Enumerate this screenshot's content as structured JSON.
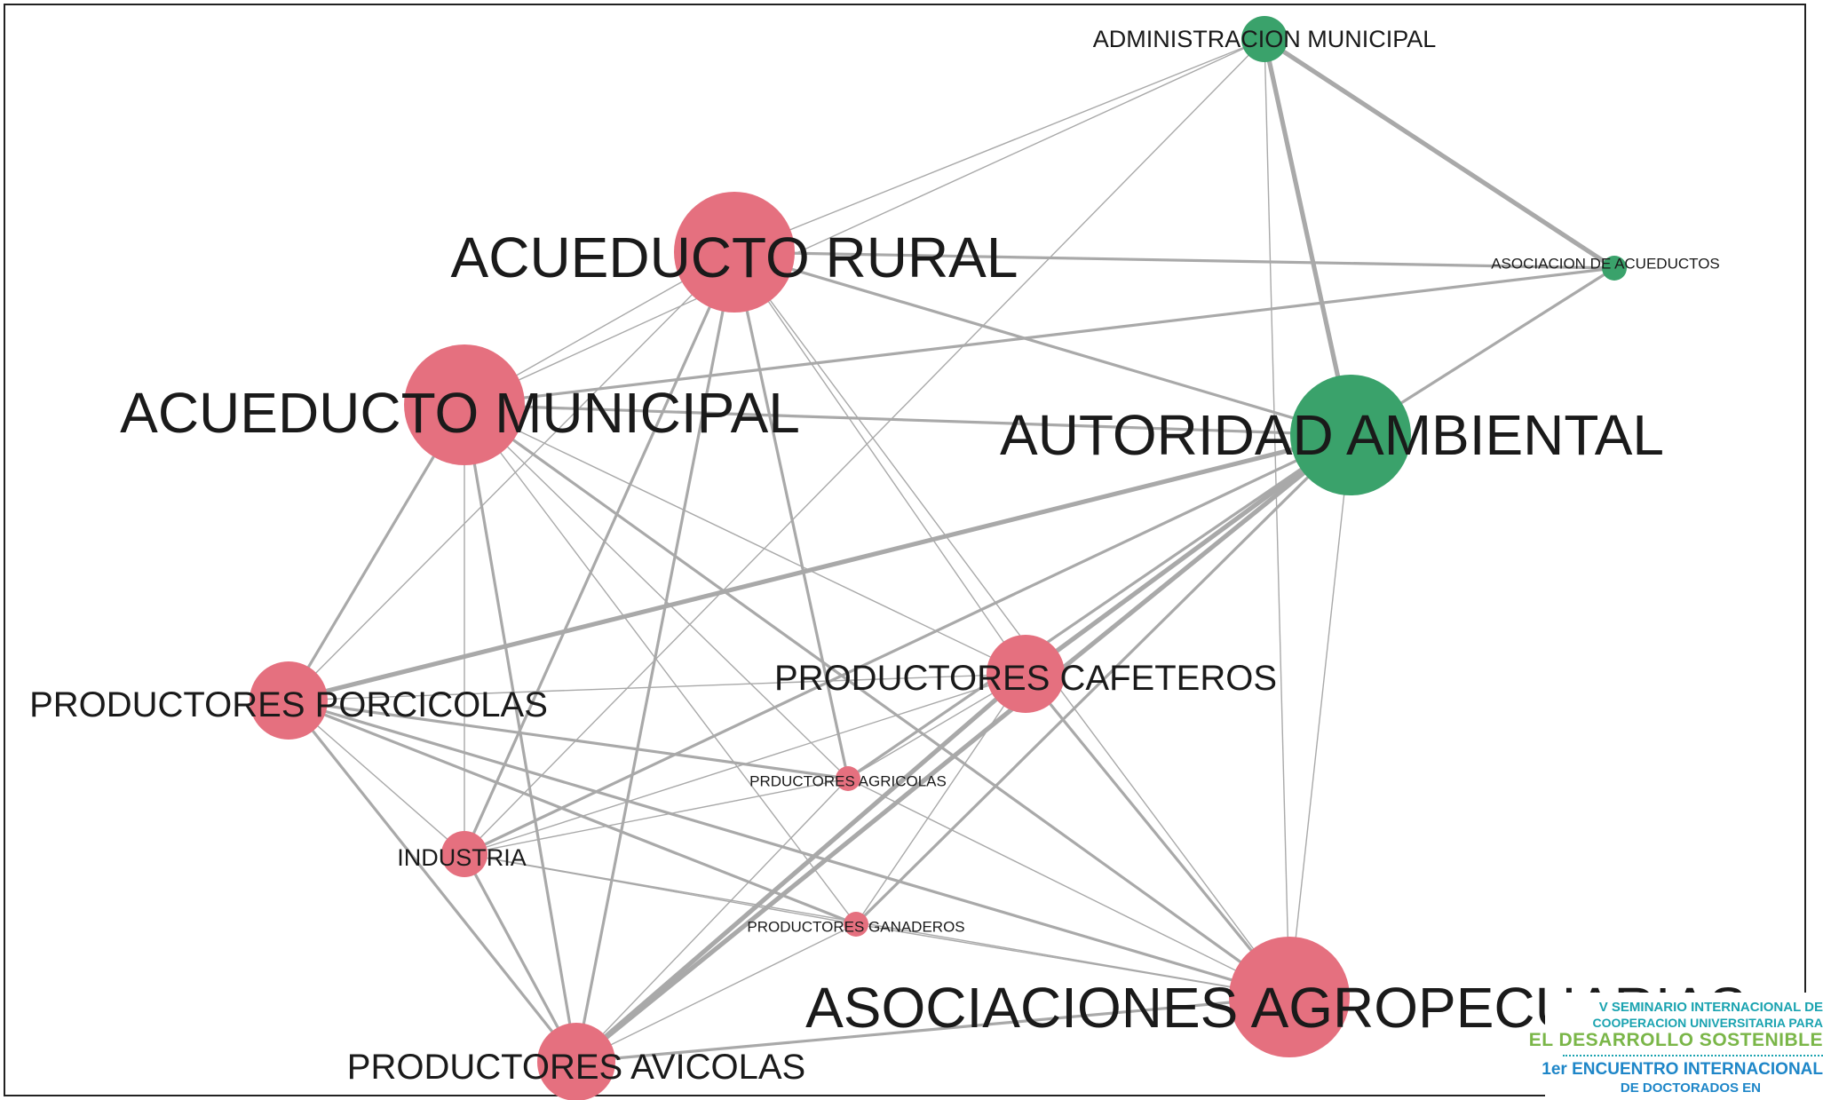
{
  "graph": {
    "nodes": [
      {
        "id": "admin",
        "label": "ADMINISTRACION MUNICIPAL",
        "group": "institutional",
        "size": 2
      },
      {
        "id": "asoc_acued",
        "label": "ASOCIACION DE ACUEDUCTOS",
        "group": "institutional",
        "size": 1
      },
      {
        "id": "autoridad",
        "label": "AUTORIDAD AMBIENTAL",
        "group": "institutional",
        "size": 5
      },
      {
        "id": "acued_rural",
        "label": "ACUEDUCTO RURAL",
        "group": "community",
        "size": 5
      },
      {
        "id": "acued_mun",
        "label": "ACUEDUCTO MUNICIPAL",
        "group": "community",
        "size": 5
      },
      {
        "id": "porcicolas",
        "label": "PRODUCTORES PORCICOLAS",
        "group": "community",
        "size": 3
      },
      {
        "id": "cafeteros",
        "label": "PRODUCTORES CAFETEROS",
        "group": "community",
        "size": 3
      },
      {
        "id": "agricolas",
        "label": "PRDUCTORES AGRICOLAS",
        "group": "community",
        "size": 1
      },
      {
        "id": "industria",
        "label": "INDUSTRIA",
        "group": "community",
        "size": 2
      },
      {
        "id": "ganaderos",
        "label": "PRODUCTORES GANADEROS",
        "group": "community",
        "size": 1
      },
      {
        "id": "agropec",
        "label": "ASOCIACIONES AGROPECUARIAS",
        "group": "community",
        "size": 5
      },
      {
        "id": "avicolas",
        "label": "PRODUCTORES AVICOLAS",
        "group": "community",
        "size": 3
      }
    ],
    "edges": [
      {
        "source": "admin",
        "target": "autoridad",
        "weight": 3
      },
      {
        "source": "admin",
        "target": "asoc_acued",
        "weight": 3
      },
      {
        "source": "admin",
        "target": "acued_rural",
        "weight": 1
      },
      {
        "source": "admin",
        "target": "acued_mun",
        "weight": 1
      },
      {
        "source": "admin",
        "target": "agropec",
        "weight": 1
      },
      {
        "source": "admin",
        "target": "industria",
        "weight": 1
      },
      {
        "source": "asoc_acued",
        "target": "autoridad",
        "weight": 2
      },
      {
        "source": "asoc_acued",
        "target": "acued_rural",
        "weight": 2
      },
      {
        "source": "asoc_acued",
        "target": "acued_mun",
        "weight": 2
      },
      {
        "source": "autoridad",
        "target": "acued_rural",
        "weight": 2
      },
      {
        "source": "autoridad",
        "target": "acued_mun",
        "weight": 2
      },
      {
        "source": "autoridad",
        "target": "porcicolas",
        "weight": 3
      },
      {
        "source": "autoridad",
        "target": "cafeteros",
        "weight": 3
      },
      {
        "source": "autoridad",
        "target": "avicolas",
        "weight": 3
      },
      {
        "source": "autoridad",
        "target": "agropec",
        "weight": 1
      },
      {
        "source": "autoridad",
        "target": "industria",
        "weight": 2
      },
      {
        "source": "autoridad",
        "target": "ganaderos",
        "weight": 2
      },
      {
        "source": "autoridad",
        "target": "agricolas",
        "weight": 2
      },
      {
        "source": "acued_rural",
        "target": "acued_mun",
        "weight": 1
      },
      {
        "source": "acued_rural",
        "target": "porcicolas",
        "weight": 1
      },
      {
        "source": "acued_rural",
        "target": "cafeteros",
        "weight": 1
      },
      {
        "source": "acued_rural",
        "target": "agricolas",
        "weight": 2
      },
      {
        "source": "acued_rural",
        "target": "industria",
        "weight": 2
      },
      {
        "source": "acued_rural",
        "target": "avicolas",
        "weight": 2
      },
      {
        "source": "acued_rural",
        "target": "agropec",
        "weight": 1
      },
      {
        "source": "acued_mun",
        "target": "porcicolas",
        "weight": 2
      },
      {
        "source": "acued_mun",
        "target": "cafeteros",
        "weight": 1
      },
      {
        "source": "acued_mun",
        "target": "agricolas",
        "weight": 1
      },
      {
        "source": "acued_mun",
        "target": "industria",
        "weight": 1
      },
      {
        "source": "acued_mun",
        "target": "ganaderos",
        "weight": 1
      },
      {
        "source": "acued_mun",
        "target": "agropec",
        "weight": 2
      },
      {
        "source": "acued_mun",
        "target": "avicolas",
        "weight": 2
      },
      {
        "source": "porcicolas",
        "target": "cafeteros",
        "weight": 1
      },
      {
        "source": "porcicolas",
        "target": "agricolas",
        "weight": 2
      },
      {
        "source": "porcicolas",
        "target": "industria",
        "weight": 1
      },
      {
        "source": "porcicolas",
        "target": "ganaderos",
        "weight": 2
      },
      {
        "source": "porcicolas",
        "target": "agropec",
        "weight": 2
      },
      {
        "source": "porcicolas",
        "target": "avicolas",
        "weight": 2
      },
      {
        "source": "cafeteros",
        "target": "agricolas",
        "weight": 1
      },
      {
        "source": "cafeteros",
        "target": "industria",
        "weight": 1
      },
      {
        "source": "cafeteros",
        "target": "ganaderos",
        "weight": 1
      },
      {
        "source": "cafeteros",
        "target": "agropec",
        "weight": 2
      },
      {
        "source": "cafeteros",
        "target": "avicolas",
        "weight": 3
      },
      {
        "source": "agricolas",
        "target": "industria",
        "weight": 1
      },
      {
        "source": "agricolas",
        "target": "avicolas",
        "weight": 1
      },
      {
        "source": "agricolas",
        "target": "agropec",
        "weight": 1
      },
      {
        "source": "industria",
        "target": "ganaderos",
        "weight": 1
      },
      {
        "source": "industria",
        "target": "avicolas",
        "weight": 2
      },
      {
        "source": "industria",
        "target": "agropec",
        "weight": 1
      },
      {
        "source": "ganaderos",
        "target": "avicolas",
        "weight": 1
      },
      {
        "source": "ganaderos",
        "target": "agropec",
        "weight": 1
      },
      {
        "source": "agropec",
        "target": "avicolas",
        "weight": 2
      }
    ],
    "colors": {
      "institutional": "#3aa26b",
      "community": "#e5707f",
      "edge": "#a9a9a9"
    }
  },
  "logo": {
    "line1": "V SEMINARIO INTERNACIONAL DE",
    "line2": "COOPERACION UNIVERSITARIA PARA",
    "line3": "EL DESARROLLO SOSTENIBLE",
    "line4": "1er ENCUENTRO INTERNACIONAL",
    "line5": "DE DOCTORADOS EN"
  }
}
